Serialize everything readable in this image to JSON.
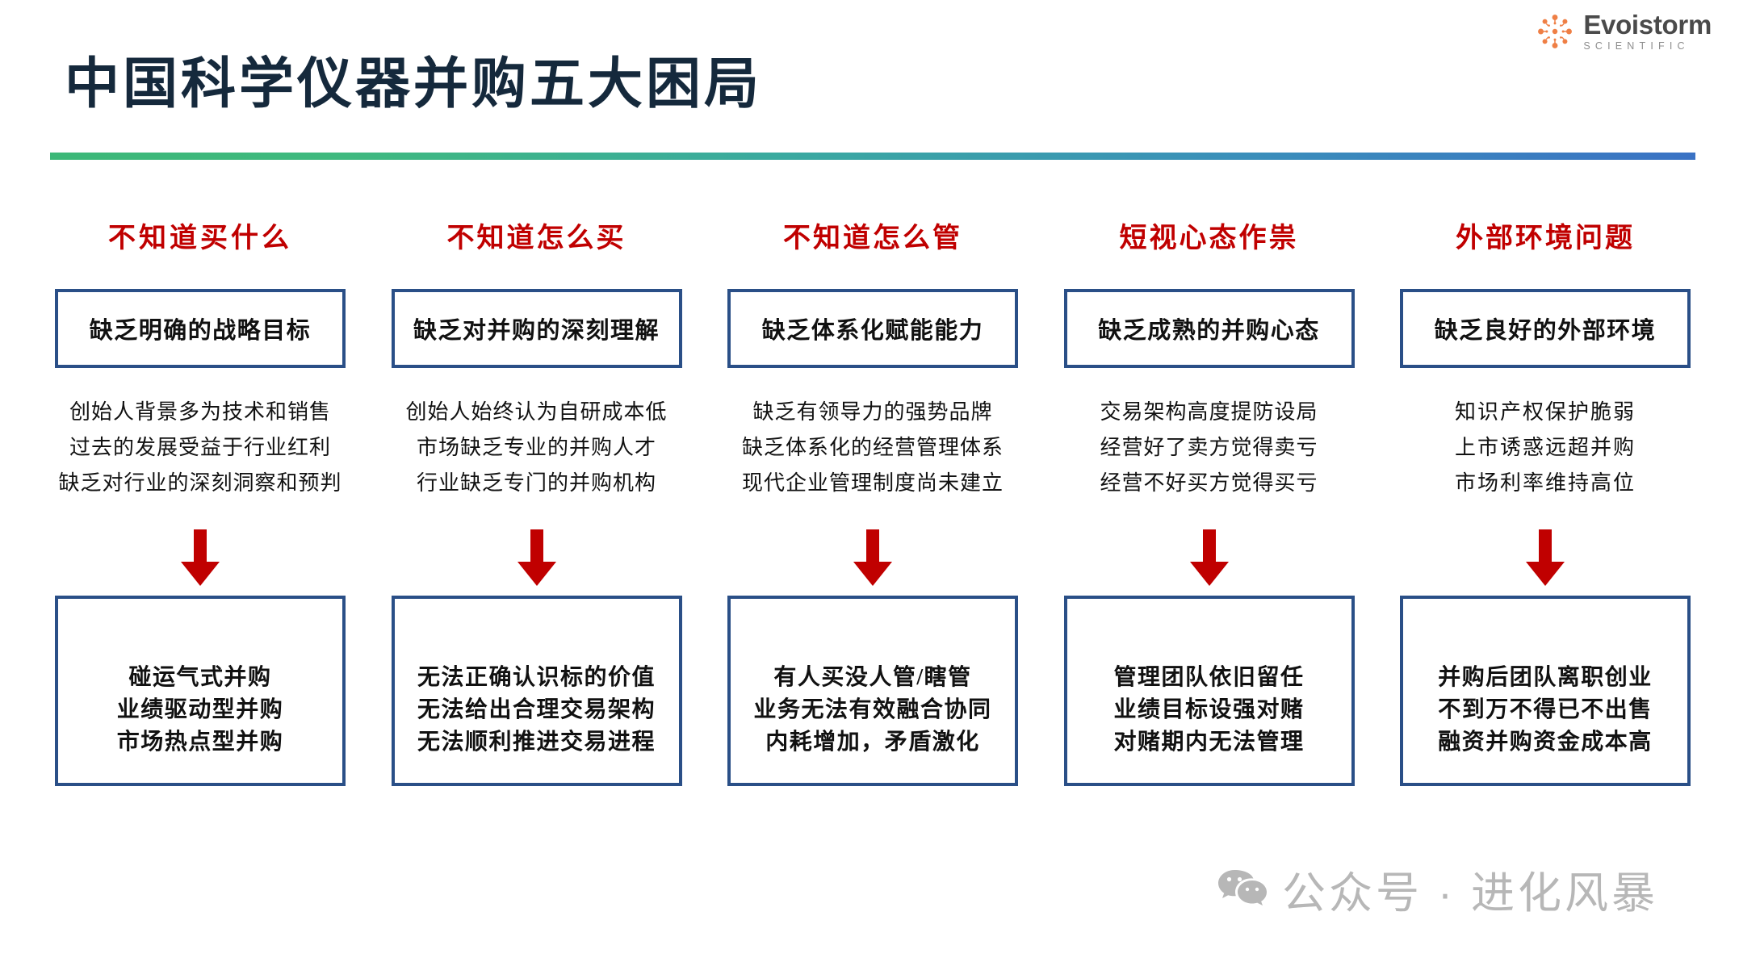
{
  "brand": {
    "name": "Evoistorm",
    "tagline": "SCIENTIFIC",
    "mark_color": "#ef7f45",
    "name_color": "#4a4a4a"
  },
  "header": {
    "title": "中国科学仪器并购五大困局",
    "title_color": "#15293c",
    "rule_gradient_from": "#3cb878",
    "rule_gradient_to": "#3a72c4"
  },
  "theme": {
    "heading_red": "#c00000",
    "box_border_navy": "#2a4f87",
    "arrow_red": "#c00000",
    "watermark_gray": "#b7b7b7"
  },
  "columns": [
    {
      "heading": "不知道买什么",
      "top_box": "缺乏明确的战略目标",
      "bullets": [
        "创始人背景多为技术和销售",
        "过去的发展受益于行业红利",
        "缺乏对行业的深刻洞察和预判"
      ],
      "bottom_box": [
        "碰运气式并购",
        "业绩驱动型并购",
        "市场热点型并购"
      ]
    },
    {
      "heading": "不知道怎么买",
      "top_box": "缺乏对并购的深刻理解",
      "bullets": [
        "创始人始终认为自研成本低",
        "市场缺乏专业的并购人才",
        "行业缺乏专门的并购机构"
      ],
      "bottom_box": [
        "无法正确认识标的价值",
        "无法给出合理交易架构",
        "无法顺利推进交易进程"
      ]
    },
    {
      "heading": "不知道怎么管",
      "top_box": "缺乏体系化赋能能力",
      "bullets": [
        "缺乏有领导力的强势品牌",
        "缺乏体系化的经营管理体系",
        "现代企业管理制度尚未建立"
      ],
      "bottom_box": [
        "有人买没人管/瞎管",
        "业务无法有效融合协同",
        "内耗增加，矛盾激化"
      ]
    },
    {
      "heading": "短视心态作祟",
      "top_box": "缺乏成熟的并购心态",
      "bullets": [
        "交易架构高度提防设局",
        "经营好了卖方觉得卖亏",
        "经营不好买方觉得买亏"
      ],
      "bottom_box": [
        "管理团队依旧留任",
        "业绩目标设强对赌",
        "对赌期内无法管理"
      ]
    },
    {
      "heading": "外部环境问题",
      "top_box": "缺乏良好的外部环境",
      "bullets": [
        "知识产权保护脆弱",
        "上市诱惑远超并购",
        "市场利率维持高位"
      ],
      "bottom_box": [
        "并购后团队离职创业",
        "不到万不得已不出售",
        "融资并购资金成本高"
      ]
    }
  ],
  "watermark": {
    "text": "公众号 · 进化风暴",
    "icon": "wechat-icon"
  }
}
